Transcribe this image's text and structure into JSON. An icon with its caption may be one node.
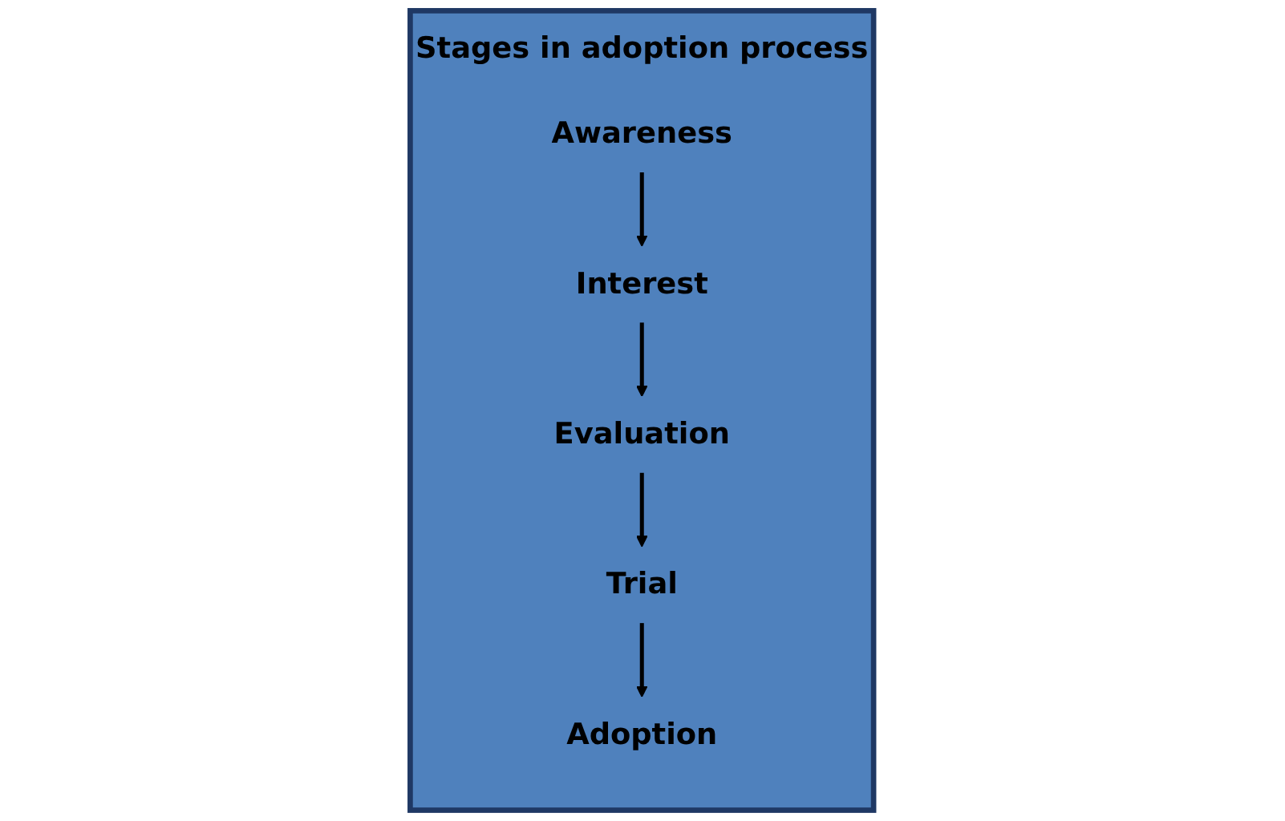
{
  "diagram": {
    "nodes": [
      {
        "text": [
          "Stages in adoption process"
        ]
      },
      {
        "text": [
          "Awareness"
        ],
        "in": 0
      },
      {
        "text": [
          "Interest"
        ],
        "in": 0
      },
      {
        "text": [
          "Evaluation"
        ],
        "in": 0
      },
      {
        "text": [
          "Trial"
        ],
        "in": 0
      },
      {
        "text": [
          "Adoption"
        ],
        "in": 0
      }
    ],
    "edges": [
      {
        "from": 1,
        "to": 2,
        "arrow": "to"
      },
      {
        "from": 2,
        "to": 3,
        "arrow": "to"
      },
      {
        "from": 3,
        "to": 4,
        "arrow": "to"
      },
      {
        "from": 4,
        "to": 5,
        "arrow": "to"
      }
    ]
  }
}
